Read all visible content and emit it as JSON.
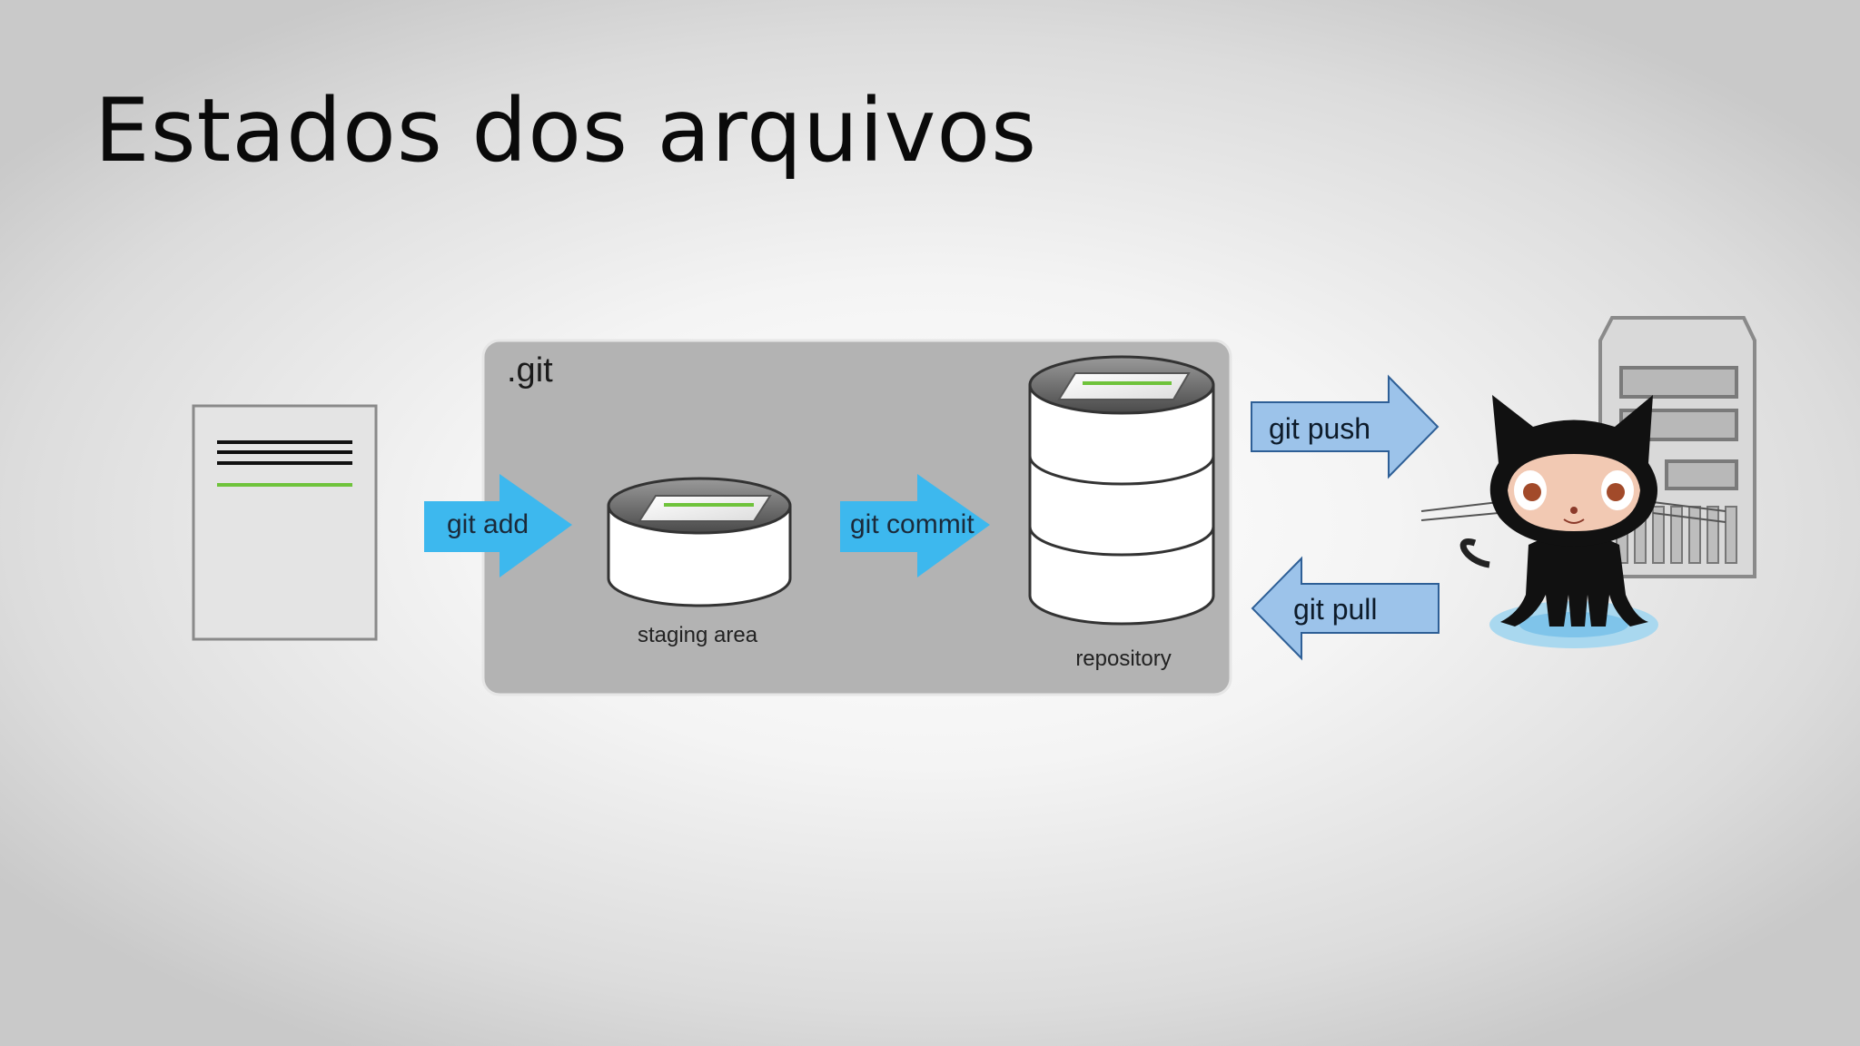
{
  "slide": {
    "title": "Estados dos arquivos"
  },
  "diagram": {
    "container_label": ".git",
    "arrows": {
      "add": "git add",
      "commit": "git commit",
      "push": "git push",
      "pull": "git pull"
    },
    "nodes": {
      "staging": "staging area",
      "repository": "repository"
    }
  },
  "icons": [
    "document-icon",
    "staging-database-icon",
    "repository-database-icon",
    "octocat-icon",
    "server-icon"
  ],
  "colors": {
    "local_arrow": "#3db8ee",
    "remote_arrow": "#9cc3ea",
    "remote_arrow_border": "#2e5f96",
    "git_box": "#b3b3b3",
    "green_line": "#6fc33b"
  }
}
